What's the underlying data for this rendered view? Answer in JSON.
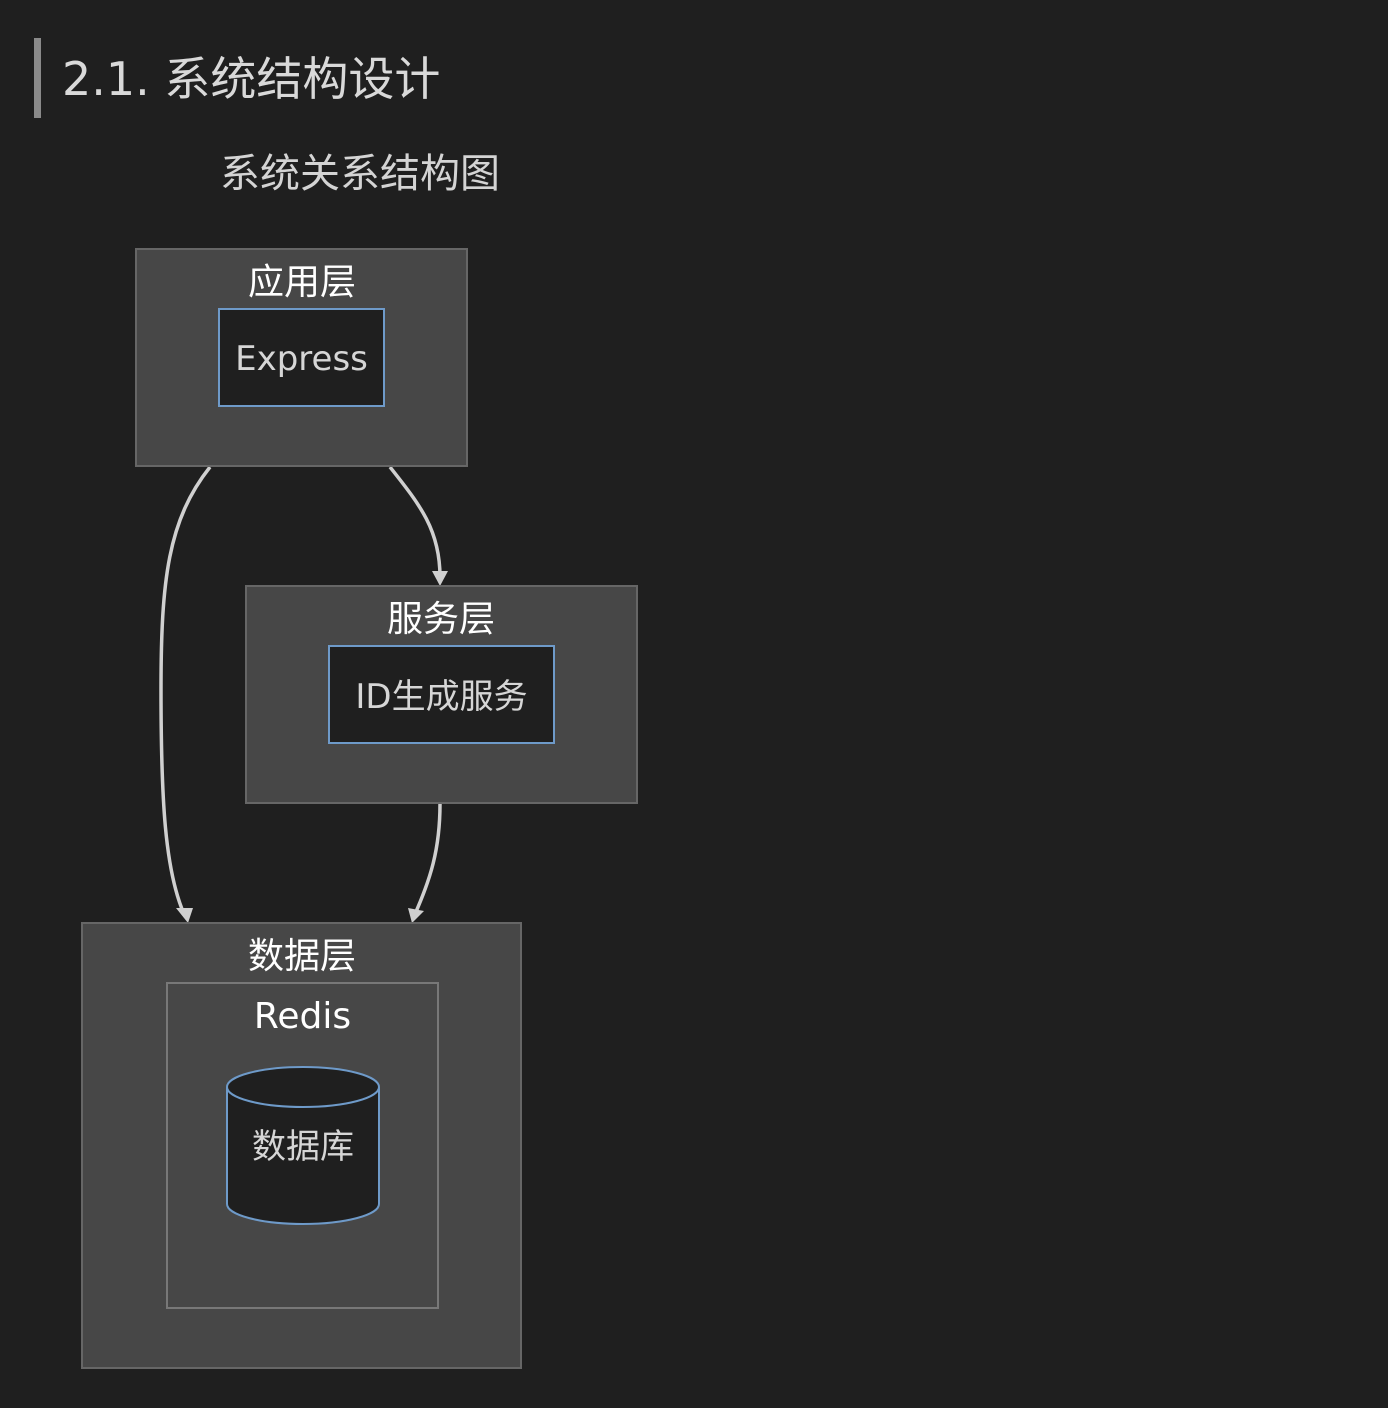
{
  "heading": "2.1. 系统结构设计",
  "diagram": {
    "title": "系统关系结构图",
    "layers": {
      "app": {
        "title": "应用层",
        "node": "Express"
      },
      "service": {
        "title": "服务层",
        "node": "ID生成服务"
      },
      "data": {
        "title": "数据层",
        "group": "Redis",
        "node": "数据库"
      }
    }
  },
  "colors": {
    "background": "#1f1f1f",
    "layer_fill": "#474747",
    "node_fill": "#1f1f1f",
    "node_border": "#6e9ac9",
    "edge": "#d0d0d0"
  }
}
